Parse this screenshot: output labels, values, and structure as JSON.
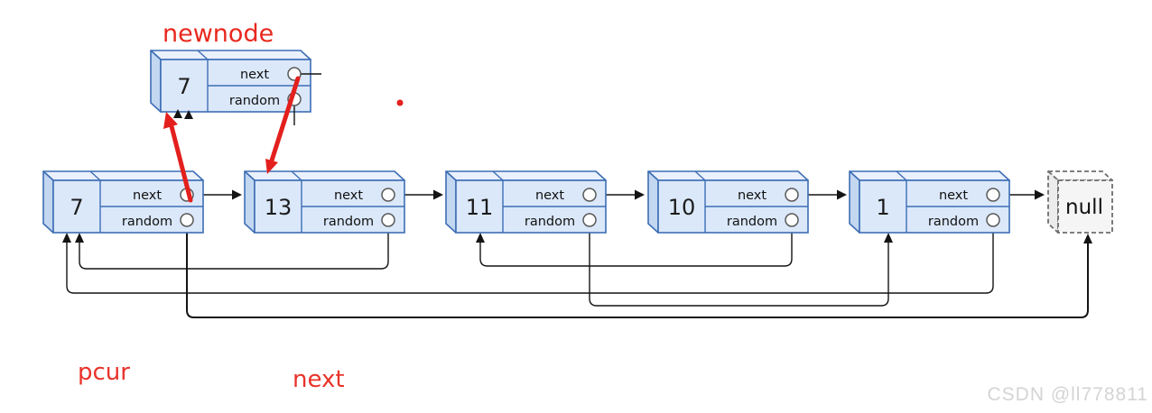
{
  "labels": {
    "newnode": "newnode",
    "pcur": "pcur",
    "next_pointer": "next",
    "next_field": "next",
    "random_field": "random",
    "null": "null"
  },
  "newnode": {
    "value": "7"
  },
  "list_nodes": [
    {
      "value": "7"
    },
    {
      "value": "13"
    },
    {
      "value": "11"
    },
    {
      "value": "10"
    },
    {
      "value": "1"
    }
  ],
  "next_chain": [
    "7",
    "13",
    "11",
    "10",
    "1",
    "null"
  ],
  "random_edges": [
    {
      "from": "7",
      "to": "null"
    },
    {
      "from": "13",
      "to": "7"
    },
    {
      "from": "11",
      "to": "1"
    },
    {
      "from": "10",
      "to": "11"
    },
    {
      "from": "1",
      "to": "7"
    }
  ],
  "red_annotations": [
    {
      "from": "pcur.next pointer",
      "to": "newnode"
    },
    {
      "from": "newnode.next pointer",
      "to": "13"
    }
  ],
  "watermark": "CSDN @ll778811",
  "colors": {
    "node_fill": "#dbe8fa",
    "node_top": "#eaf1fc",
    "node_side": "#c3d7f1",
    "node_stroke": "#3d6eb5",
    "line": "#141414",
    "red": "#e3201d",
    "null_fill": "#f5f5f5",
    "watermark": "#d4d4d4"
  }
}
